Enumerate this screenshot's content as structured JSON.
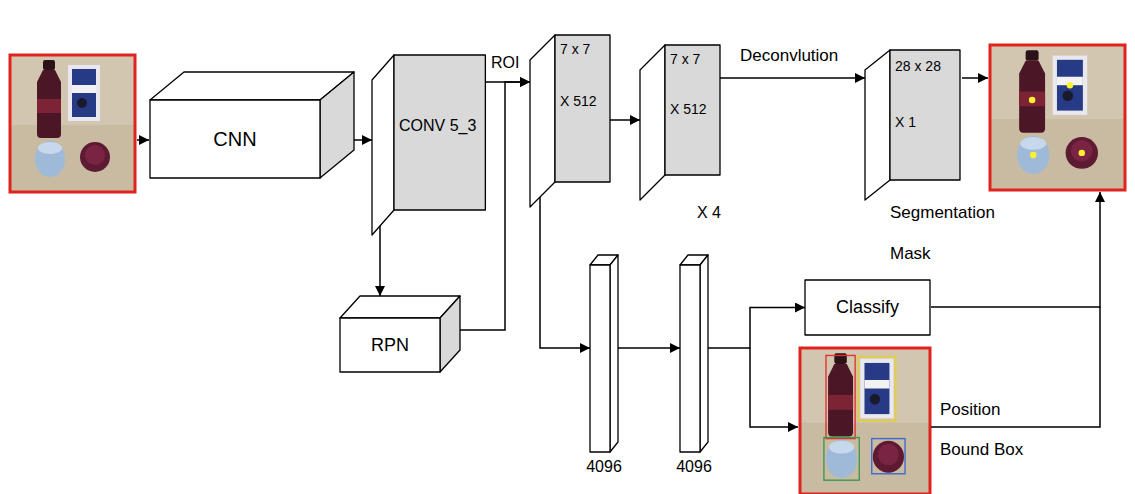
{
  "diagram": {
    "nodes": [
      {
        "text": [
          "CNN"
        ]
      },
      {
        "text": [
          "CONV 5_3"
        ]
      },
      {
        "text": [
          "RPN"
        ]
      },
      {
        "text": [
          "7 x 7",
          "X 512"
        ]
      },
      {
        "text": [
          "7 x 7",
          "X 512"
        ]
      },
      {
        "text": [
          "28 x 28",
          "X 1"
        ]
      },
      {
        "text": [
          "4096"
        ]
      },
      {
        "text": [
          "4096"
        ]
      },
      {
        "text": [
          "Classify"
        ]
      }
    ],
    "edges": [
      {
        "from": 0,
        "to": 1,
        "arrow": "to"
      },
      {
        "from": 1,
        "to": 2,
        "arrow": "to"
      },
      {
        "from": 2,
        "to": 3,
        "arrow": "to"
      },
      {
        "from": 1,
        "to": 3,
        "arrow": "to",
        "label": "ROI"
      },
      {
        "from": 3,
        "to": 4,
        "arrow": "to"
      },
      {
        "from": 4,
        "to": 5,
        "arrow": "to",
        "label": "Deconvlution"
      },
      {
        "from": 3,
        "to": 6,
        "arrow": "to"
      },
      {
        "from": 6,
        "to": 7,
        "arrow": "to"
      },
      {
        "from": 7,
        "to": 8,
        "arrow": "to"
      }
    ],
    "labels": [
      "X 4",
      "Segmentation",
      "Mask",
      "Position",
      "Bound Box"
    ]
  }
}
